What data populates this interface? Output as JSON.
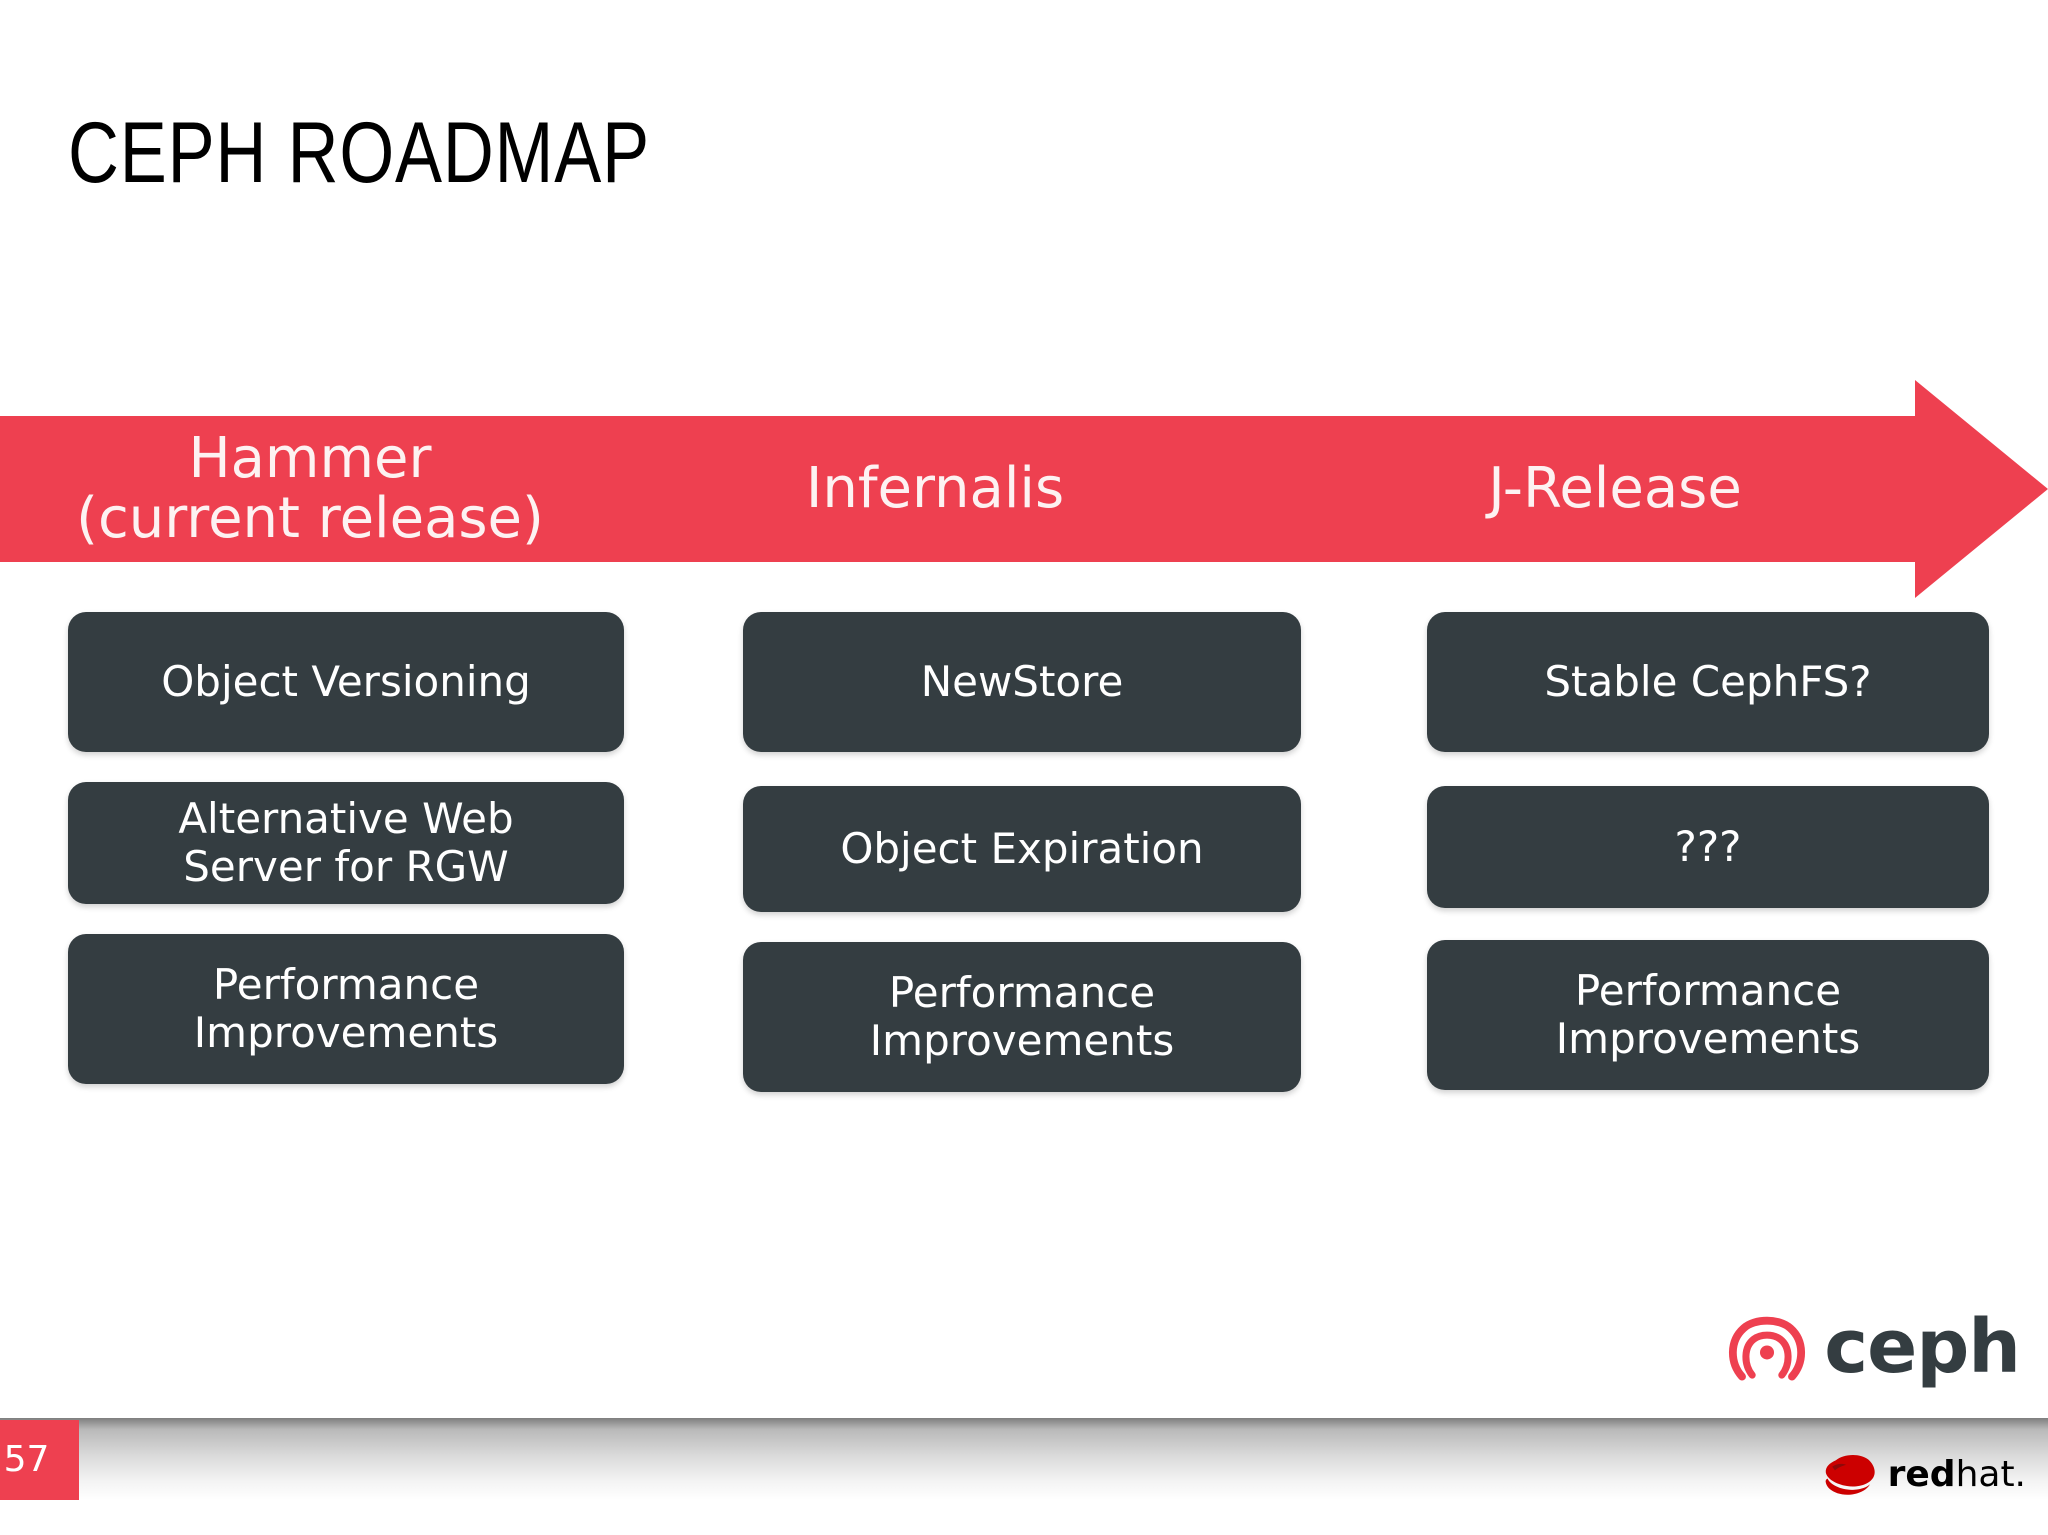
{
  "slide": {
    "title": "CEPH ROADMAP",
    "slide_number": "57",
    "accent_color": "#ee4050",
    "box_color": "#343d41",
    "background_color": "#ffffff"
  },
  "timeline": {
    "direction": "right",
    "milestones": [
      {
        "name": "Hammer",
        "sub": "(current release)"
      },
      {
        "name": "Infernalis",
        "sub": ""
      },
      {
        "name": "J-Release",
        "sub": ""
      }
    ]
  },
  "columns": [
    {
      "release": "Hammer",
      "items": [
        "Object Versioning",
        "Alternative Web\nServer for RGW",
        "Performance\nImprovements"
      ]
    },
    {
      "release": "Infernalis",
      "items": [
        "NewStore",
        "Object Expiration",
        "Performance\nImprovements"
      ]
    },
    {
      "release": "J-Release",
      "items": [
        "Stable CephFS?",
        "???",
        "Performance\nImprovements"
      ]
    }
  ],
  "branding": {
    "ceph_wordmark": "ceph",
    "redhat_word_bold": "red",
    "redhat_word_light": "hat."
  }
}
